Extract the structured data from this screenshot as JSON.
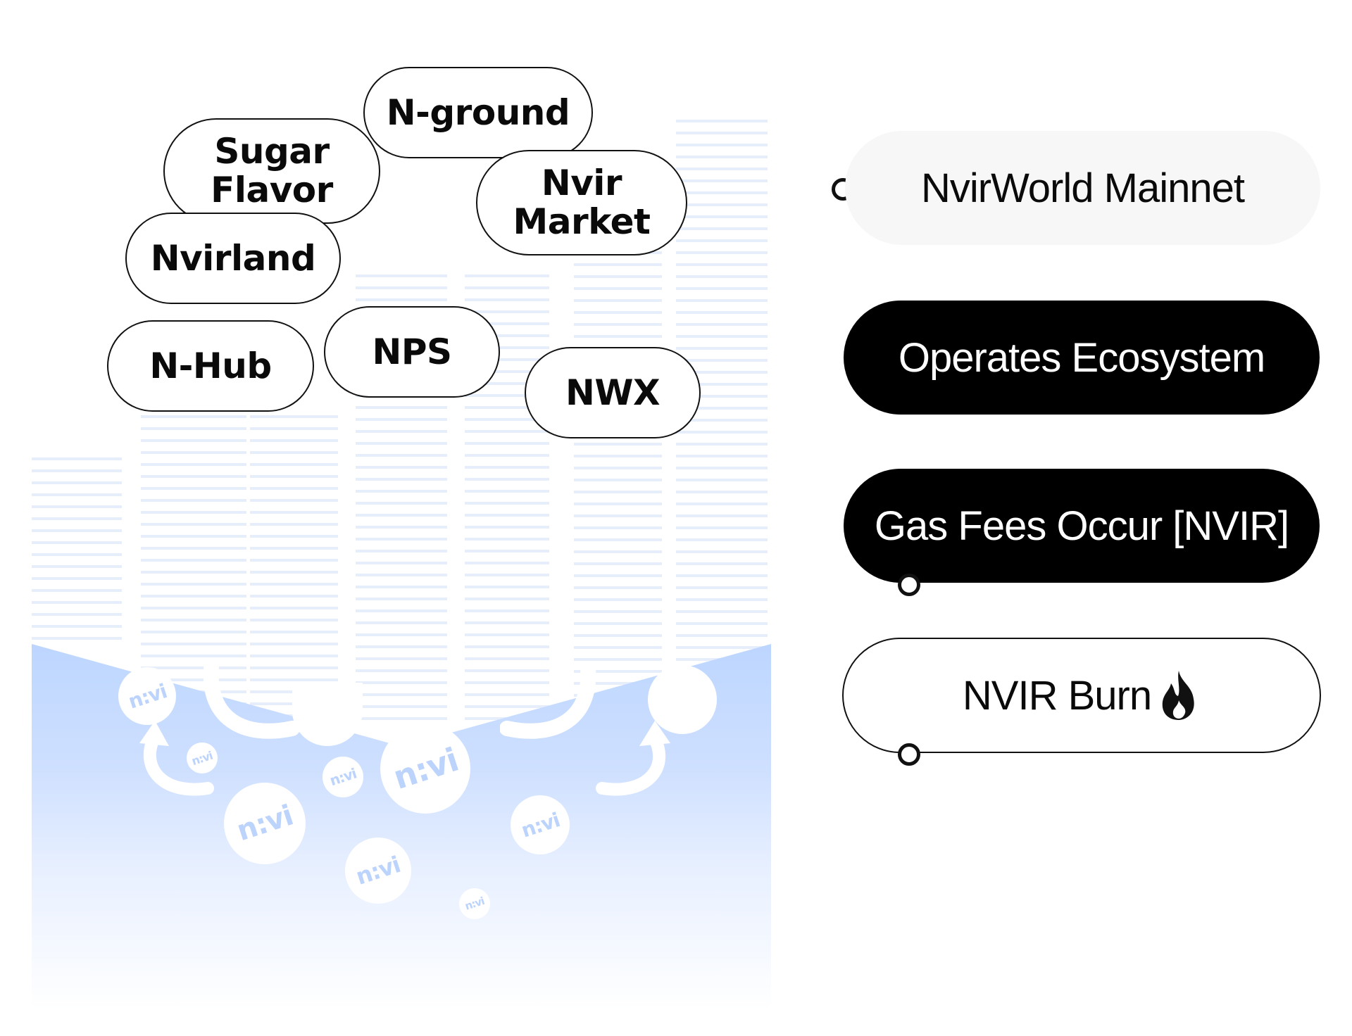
{
  "services": [
    {
      "id": "n-ground",
      "label": "N-ground"
    },
    {
      "id": "sugar-flavor",
      "label": "Sugar\nFlavor"
    },
    {
      "id": "nvir-market",
      "label": "Nvir\nMarket"
    },
    {
      "id": "nvirland",
      "label": "Nvirland"
    },
    {
      "id": "n-hub",
      "label": "N-Hub"
    },
    {
      "id": "nps",
      "label": "NPS"
    },
    {
      "id": "nwx",
      "label": "NWX"
    }
  ],
  "flow": {
    "mainnet": "NvirWorld Mainnet",
    "operates": "Operates Ecosystem",
    "gas_fees": "Gas Fees Occur [NVIR]",
    "burn": "NVIR Burn"
  },
  "coin_glyph": "n:vi",
  "icons": [
    "fire-icon",
    "recycle-arrow-icon",
    "node-dot-icon"
  ],
  "colors": {
    "dark": "#000000",
    "stripe": "#e6eefc",
    "water": "#bdd6ff",
    "coin_glyph": "#bcd3fb",
    "light_pill": "#f7f7f7"
  }
}
